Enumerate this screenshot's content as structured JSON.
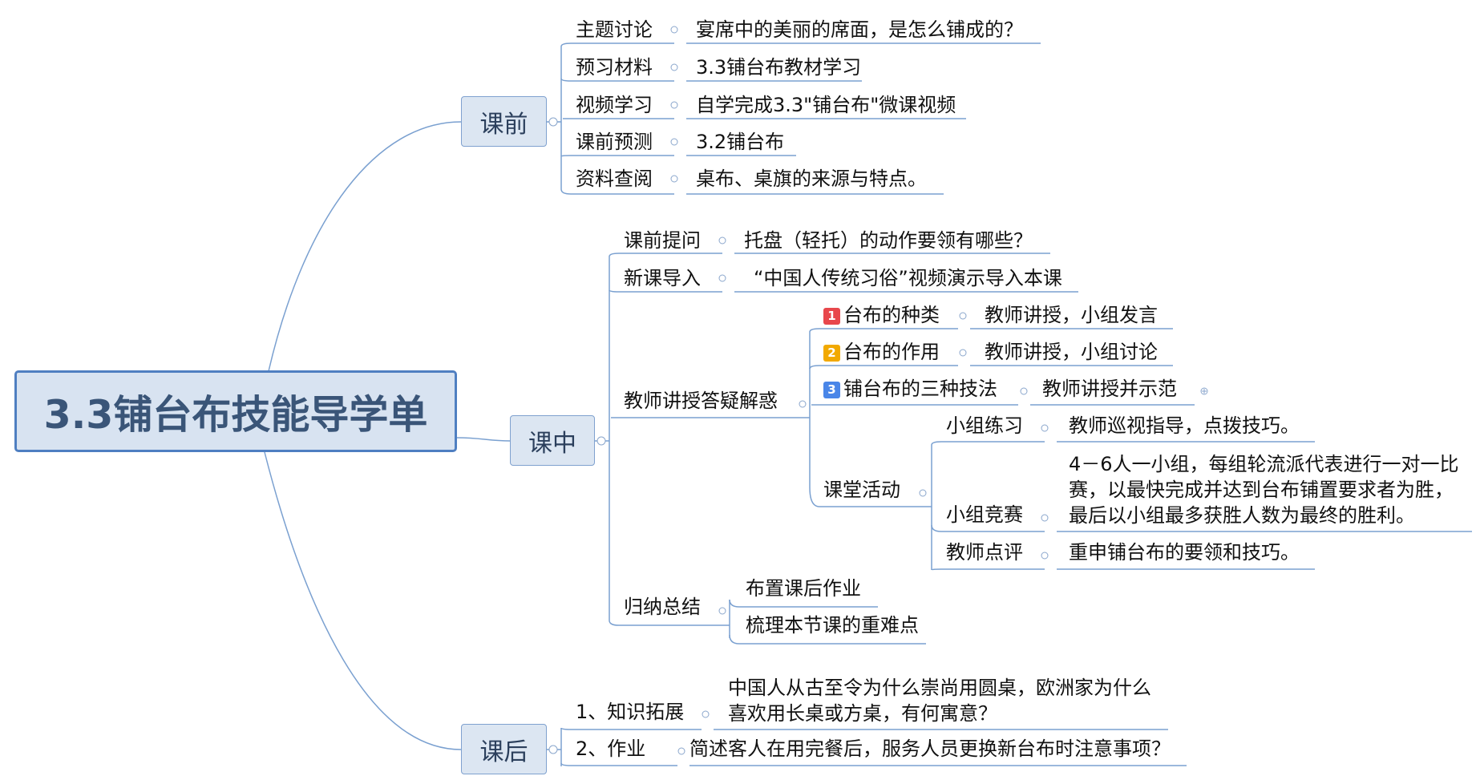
{
  "root": {
    "title": "3.3铺台布技能导学单"
  },
  "branches": {
    "before": "课前",
    "during": "课中",
    "after": "课后"
  },
  "before": [
    {
      "label": "主题讨论",
      "detail": "宴席中的美丽的席面，是怎么铺成的？"
    },
    {
      "label": "预习材料",
      "detail": "3.3铺台布教材学习"
    },
    {
      "label": "视频学习",
      "detail": "自学完成3.3\"铺台布\"微课视频"
    },
    {
      "label": "课前预测",
      "detail": "3.2铺台布"
    },
    {
      "label": "资料查阅",
      "detail": "桌布、桌旗的来源与特点。"
    }
  ],
  "during": {
    "intro_question": {
      "label": "课前提问",
      "detail": "托盘（轻托）的动作要领有哪些？"
    },
    "new_lesson": {
      "label": "新课导入",
      "detail": "“中国人传统习俗”视频演示导入本课"
    },
    "teaching": {
      "label": "教师讲授答疑解惑",
      "items": [
        {
          "num": "1",
          "label": "台布的种类",
          "detail": "教师讲授，小组发言"
        },
        {
          "num": "2",
          "label": "台布的作用",
          "detail": "教师讲授，小组讨论"
        },
        {
          "num": "3",
          "label": "铺台布的三种技法",
          "detail": "教师讲授并示范"
        }
      ],
      "activity": {
        "label": "课堂活动",
        "items": [
          {
            "label": "小组练习",
            "detail": "教师巡视指导，点拨技巧。"
          },
          {
            "label": "小组竞赛",
            "detail": "4－6人一小组，每组轮流派代表进行一对一比\n赛，以最快完成并达到台布铺置要求者为胜，\n最后以小组最多获胜人数为最终的胜利。"
          },
          {
            "label": "教师点评",
            "detail": "重申铺台布的要领和技巧。"
          }
        ]
      }
    },
    "summary": {
      "label": "归纳总结",
      "items": [
        "布置课后作业",
        "梳理本节课的重难点"
      ]
    }
  },
  "after": [
    {
      "label": "1、知识拓展",
      "detail": "中国人从古至令为什么崇尚用圆桌，欧洲家为什么\n喜欢用长桌或方桌，有何寓意？"
    },
    {
      "label": "2、作业",
      "detail": "简述客人在用完餐后，服务人员更换新台布时注意事项？"
    }
  ],
  "colors": {
    "line": "#7aa0d0",
    "badge1": "#e8474c",
    "badge2": "#f2a900",
    "badge3": "#4a86e8"
  }
}
